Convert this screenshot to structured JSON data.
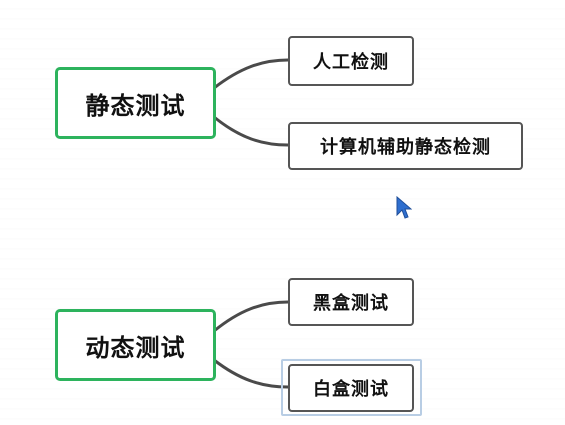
{
  "diagram": {
    "groups": [
      {
        "root": "静态测试",
        "children": [
          "人工检测",
          "计算机辅助静态检测"
        ]
      },
      {
        "root": "动态测试",
        "children": [
          "黑盒测试",
          "白盒测试"
        ]
      }
    ]
  },
  "colors": {
    "root_border": "#2db35d",
    "child_border": "#555555",
    "connector": "#4a4a4a",
    "selection": "#b8cde4",
    "cursor": "#2f6fcf"
  },
  "icons": {
    "cursor": "mouse-pointer-icon"
  }
}
